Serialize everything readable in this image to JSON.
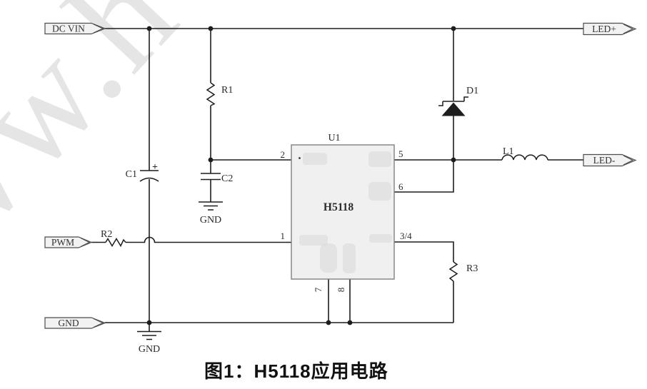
{
  "watermark": "www.h",
  "caption": "图1：H5118应用电路",
  "connectors": {
    "dc_vin": "DC VIN",
    "pwm": "PWM",
    "gnd": "GND",
    "led_plus": "LED+",
    "led_minus": "LED-"
  },
  "ic": {
    "ref": "U1",
    "part": "H5118",
    "pins": {
      "p1": "1",
      "p2": "2",
      "p34": "3/4",
      "p5": "5",
      "p6": "6",
      "p7": "7",
      "p8": "8"
    }
  },
  "components": {
    "c1": "C1",
    "c1_polarity": "+",
    "c2": "C2",
    "r1": "R1",
    "r2": "R2",
    "r3": "R3",
    "d1": "D1",
    "l1": "L1"
  },
  "grounds": {
    "c2_gnd": "GND",
    "main_gnd": "GND"
  },
  "colors": {
    "wire": "#1d1d1d",
    "ic_fill": "#f0f0f0",
    "ic_border": "#808080",
    "flag_fill": "#f2f2f2",
    "flag_border": "#4d4d4d",
    "watermark": "#e5e5e5",
    "text": "#2b2b2b"
  }
}
